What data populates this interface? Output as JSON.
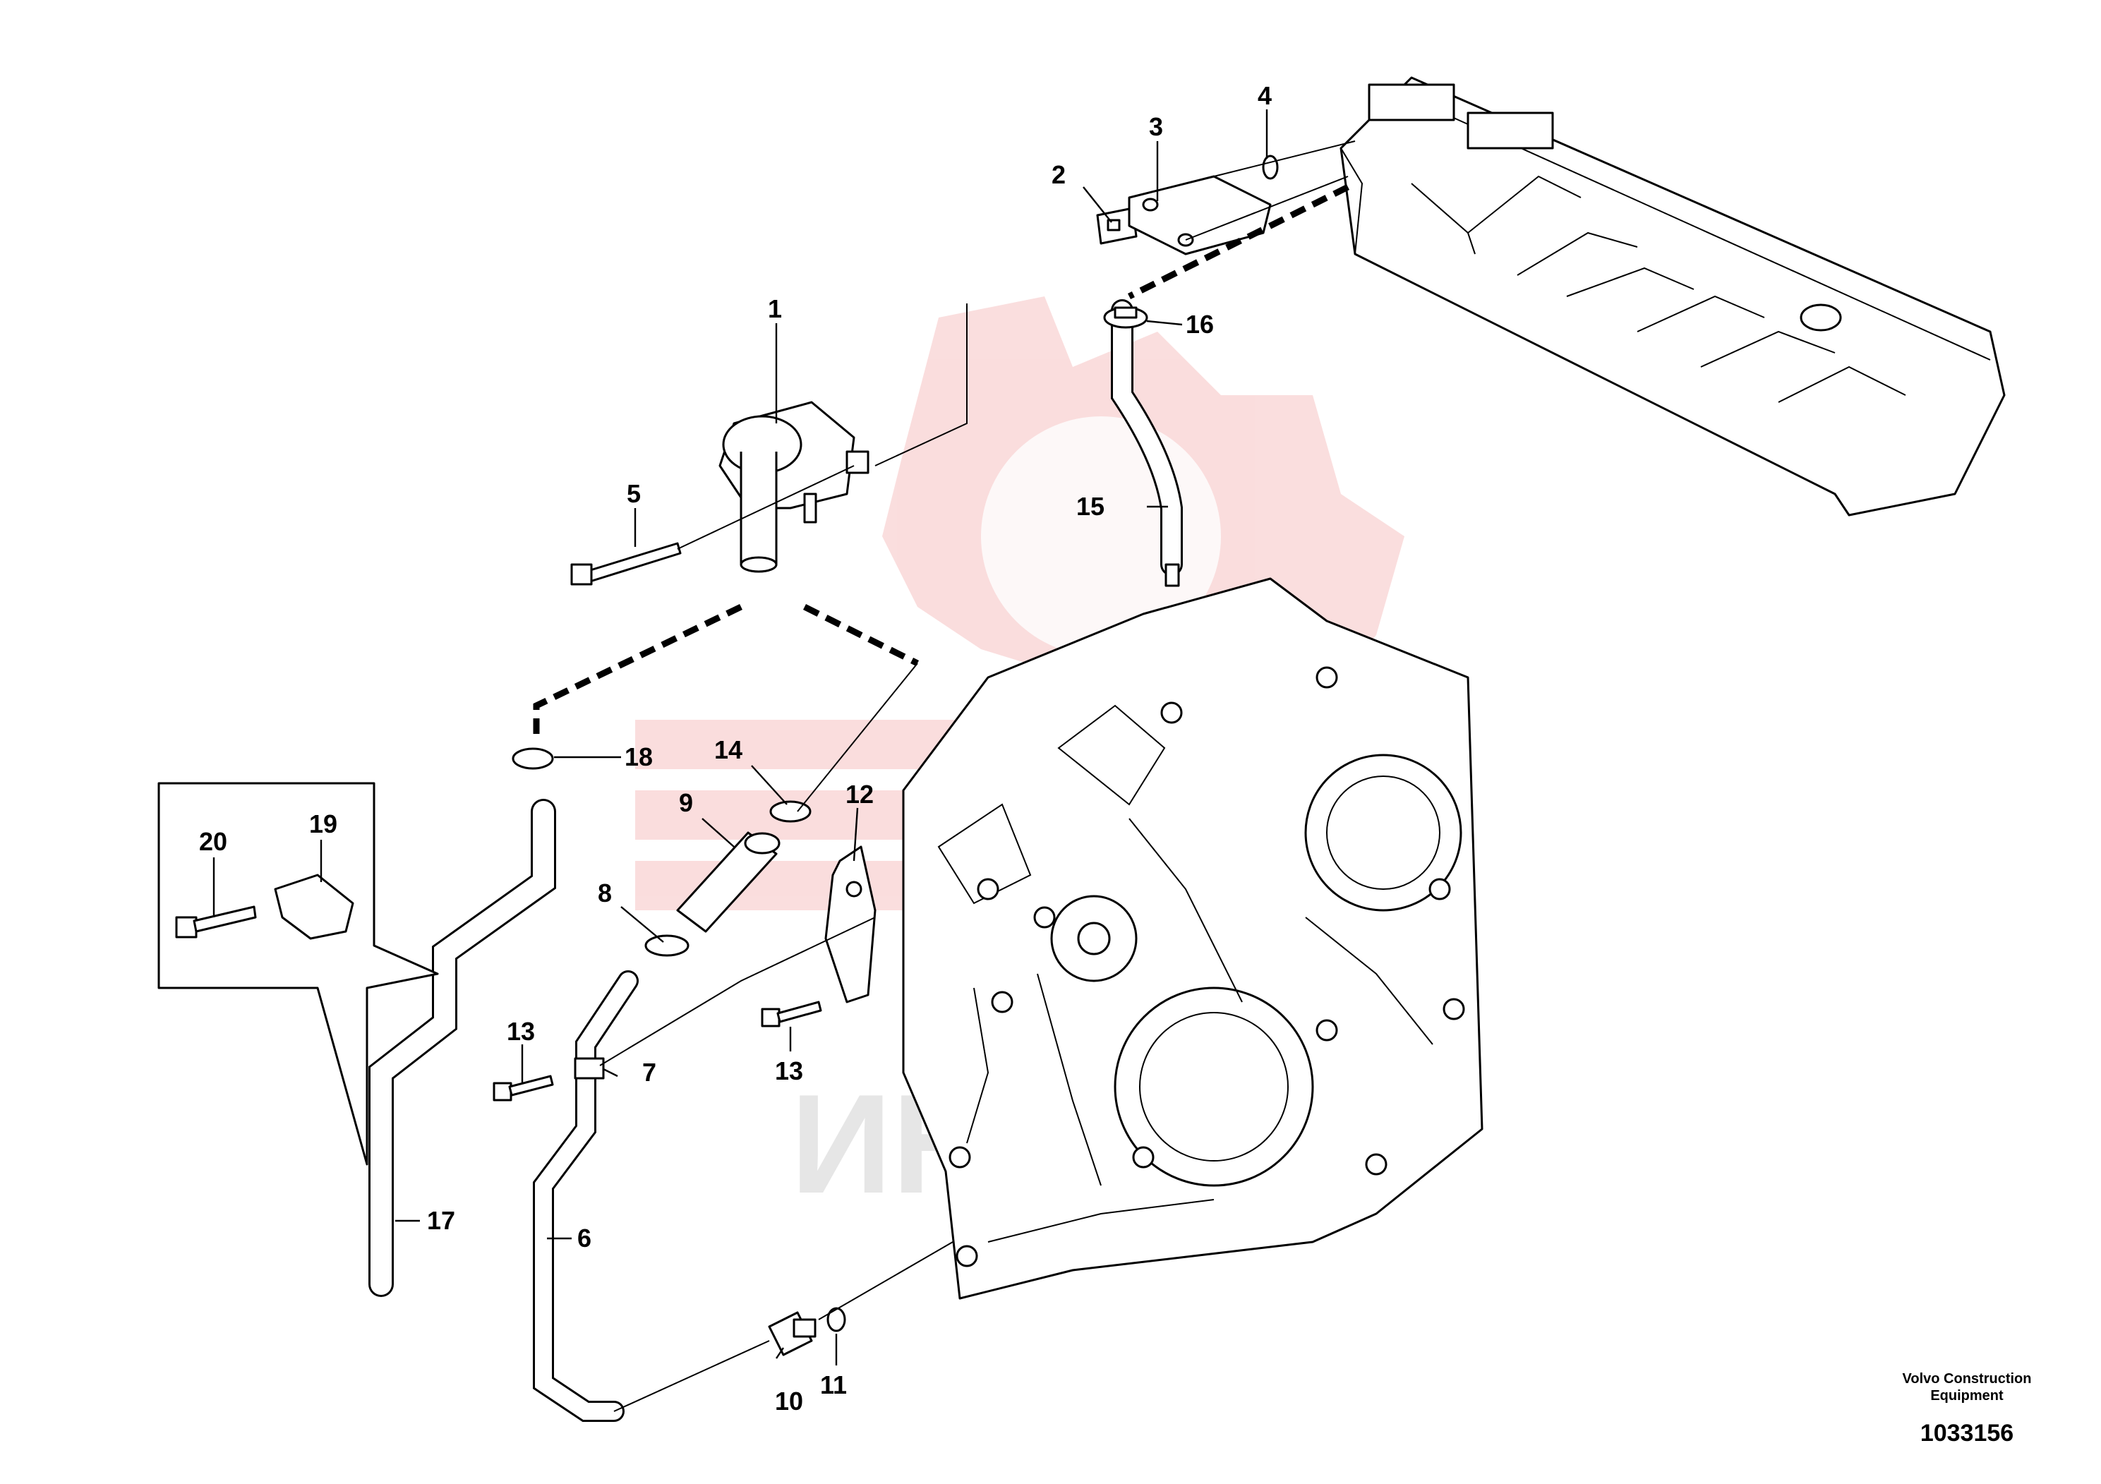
{
  "callouts": [
    "1",
    "2",
    "3",
    "4",
    "5",
    "6",
    "7",
    "8",
    "9",
    "10",
    "11",
    "12",
    "13",
    "13",
    "14",
    "15",
    "16",
    "17",
    "18",
    "19",
    "20"
  ],
  "watermark": {
    "text": "ИНТЕХ",
    "color": "#e8e8e8",
    "logo_color": "#f4c4c4"
  },
  "footer": {
    "company": "Volvo Construction Equipment",
    "document_number": "1033156"
  }
}
